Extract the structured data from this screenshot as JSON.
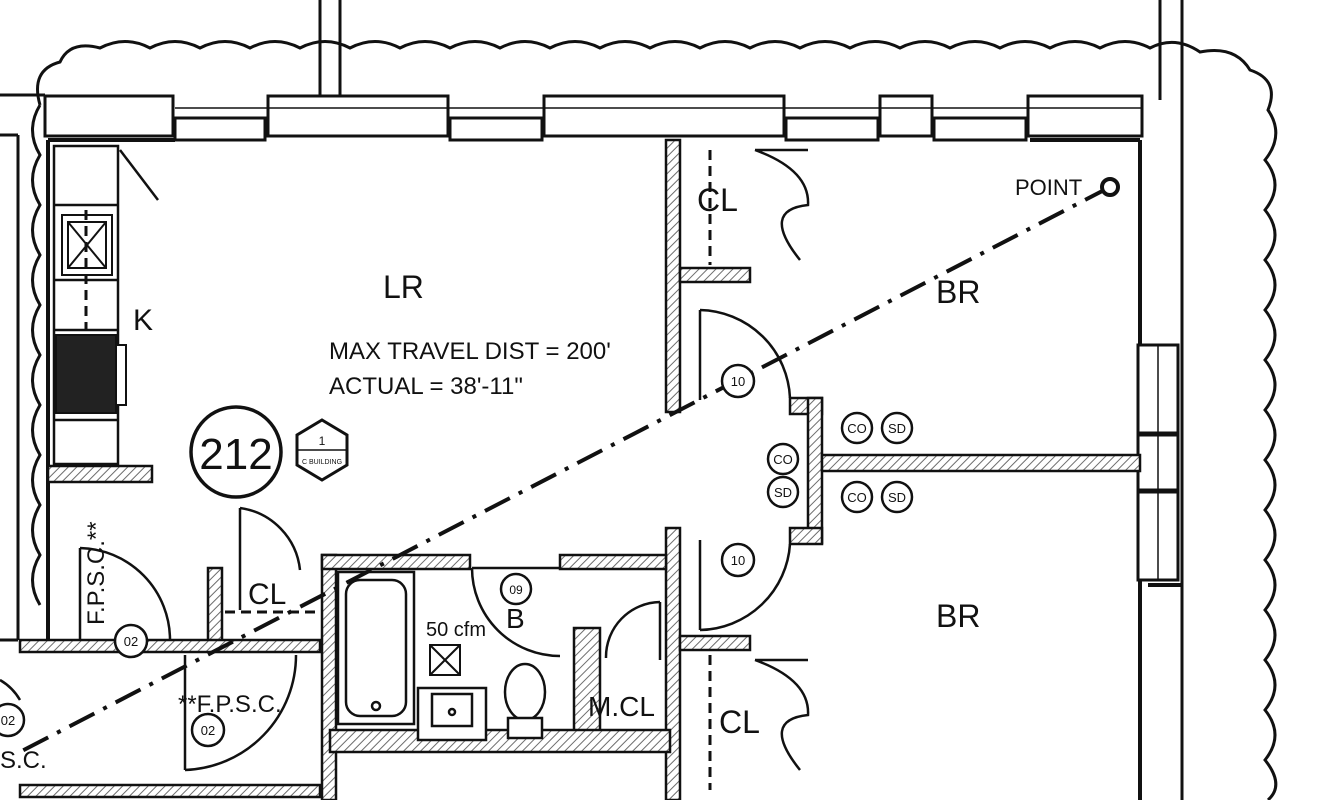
{
  "colors": {
    "ink": "#111111",
    "paper": "#ffffff",
    "hatch": "#6d6d6d"
  },
  "unit": {
    "number": "212",
    "type_tag_top": "1",
    "type_tag_bottom": "C BUILDING"
  },
  "rooms": {
    "living": "LR",
    "kitchen": "K",
    "bedroom_1": "BR",
    "bedroom_2": "BR",
    "closet_1": "CL",
    "closet_2": "CL",
    "closet_3": "CL",
    "bath": "B",
    "mech_closet": "M.CL"
  },
  "notes": {
    "max_travel": "MAX TRAVEL DIST = 200'",
    "actual": "ACTUAL = 38'-11\"",
    "point": "POINT",
    "fpsc_left": "F.P.S.C.**",
    "fpsc_bottom": "**F.P.S.C.",
    "fpsc_edge": "S.C.",
    "bath_exhaust": "50 cfm"
  },
  "door_tags": {
    "bedroom_door_1": "10",
    "bedroom_door_2": "10",
    "bath_door": "09",
    "entry_door": "02",
    "corridor_door": "02",
    "edge_door": "02"
  },
  "detectors": {
    "co": "CO",
    "sd": "SD"
  },
  "icons": [
    "revision-cloud",
    "sink-icon",
    "range-icon",
    "bathtub-icon",
    "toilet-icon",
    "lavatory-icon",
    "exhaust-fan-icon",
    "door-swing-arc"
  ]
}
